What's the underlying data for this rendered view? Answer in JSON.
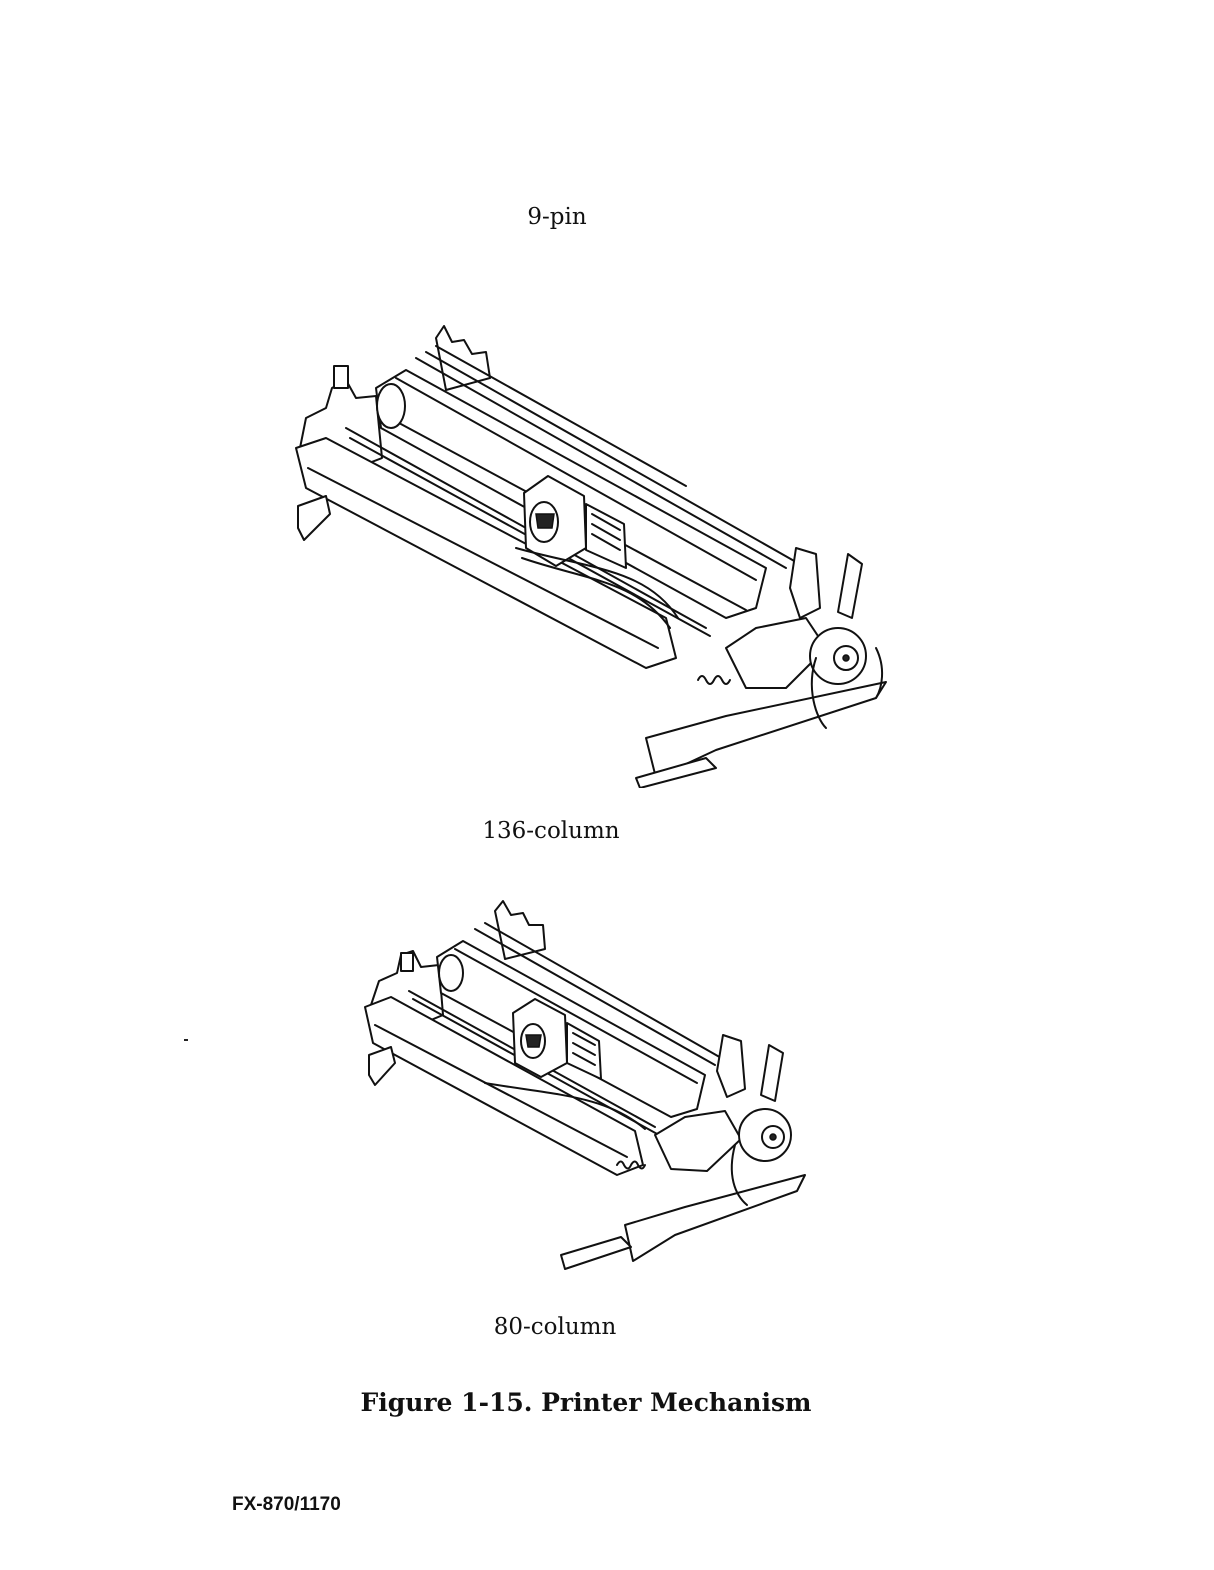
{
  "labels": {
    "top": "9-pin",
    "mid": "136-column",
    "bottom": "80-column"
  },
  "figure_title": "Figure 1-15. Printer Mechanism",
  "footer": "FX-870/1170"
}
